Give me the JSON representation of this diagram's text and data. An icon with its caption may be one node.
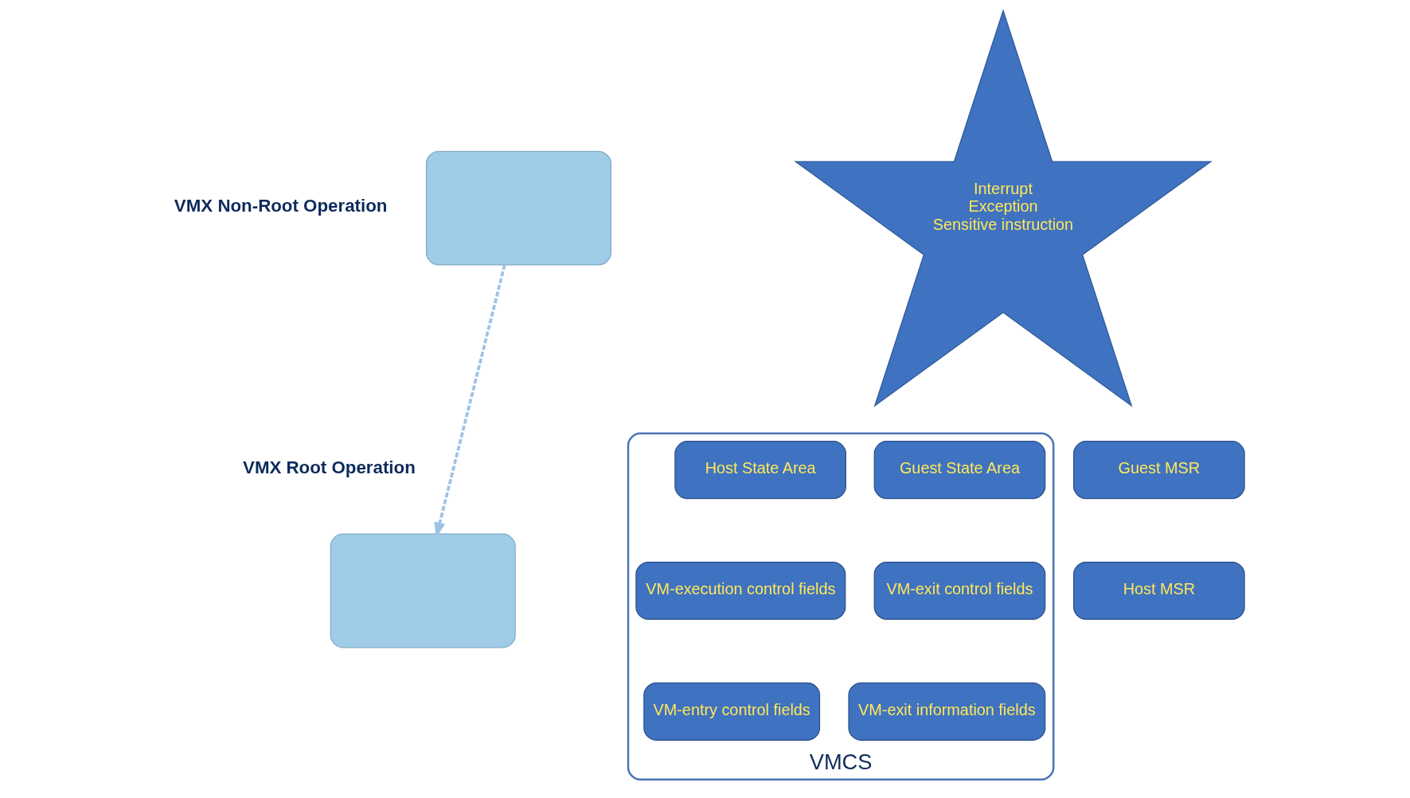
{
  "diagram": {
    "nodes": [
      {
        "text": [],
        "shape": "box"
      },
      {
        "text": [
          "Interrupt",
          "Exception",
          "Sensitive instruction"
        ]
      },
      {
        "text": [],
        "shape": "box"
      },
      {
        "text": [
          "Guest MSR"
        ]
      },
      {
        "text": [
          "Host MSR"
        ]
      },
      {
        "text": [
          "VMCS"
        ]
      },
      {
        "text": [
          "Host State Area"
        ],
        "in": 5
      },
      {
        "text": [
          "Guest State Area"
        ],
        "in": 5
      },
      {
        "text": [
          "VM-execution control fields"
        ],
        "in": 5
      },
      {
        "text": [
          "VM-exit control fields"
        ],
        "in": 5
      },
      {
        "text": [
          "VM-entry control fields"
        ],
        "in": 5
      },
      {
        "text": [
          "VM-exit information fields"
        ],
        "in": 5
      }
    ],
    "edges": [
      {
        "from": 0,
        "to": 2,
        "arrow": "to",
        "style": "dashed",
        "color": "#9dc3e6"
      }
    ],
    "labels": [
      "VMX Non-Root Operation",
      "VMX Root Operation"
    ]
  }
}
